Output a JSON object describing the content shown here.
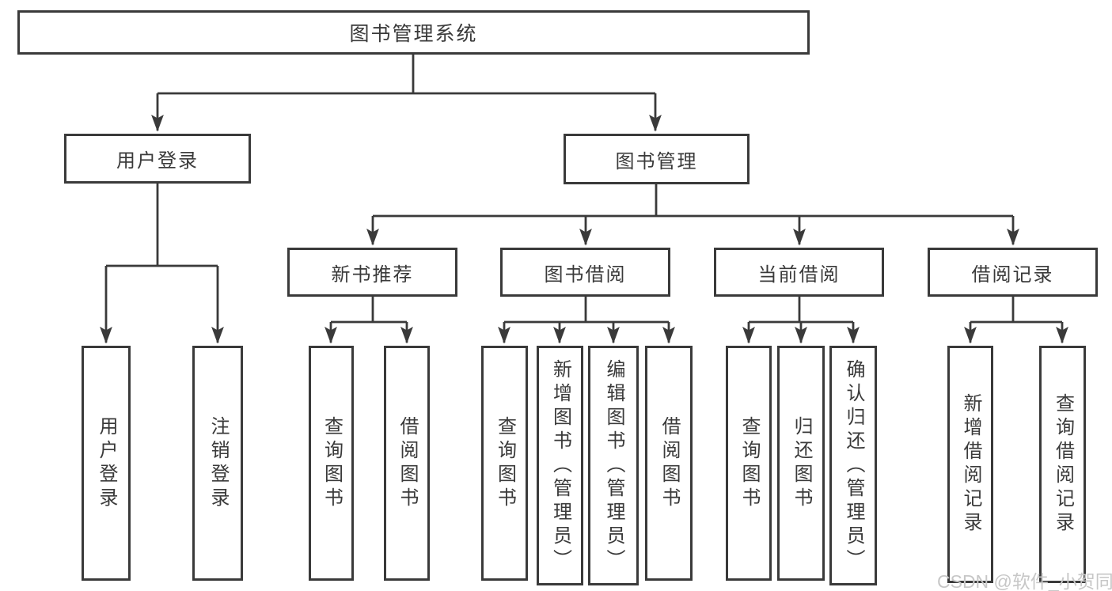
{
  "colors": {
    "line": "#3a3a3a",
    "text": "#3a3a3a",
    "box_background": "#ffffff",
    "watermark": "#c7c7c7"
  },
  "watermark": "CSDN @软件_小贺同学",
  "tree": {
    "label": "图书管理系统",
    "children": [
      {
        "label": "用户登录",
        "children": [
          {
            "label": "用户登录"
          },
          {
            "label": "注销登录"
          }
        ]
      },
      {
        "label": "图书管理",
        "children": [
          {
            "label": "新书推荐",
            "children": [
              {
                "label": "查询图书"
              },
              {
                "label": "借阅图书"
              }
            ]
          },
          {
            "label": "图书借阅",
            "children": [
              {
                "label": "查询图书"
              },
              {
                "label": "新增图书（管理员）"
              },
              {
                "label": "编辑图书（管理员）"
              },
              {
                "label": "借阅图书"
              }
            ]
          },
          {
            "label": "当前借阅",
            "children": [
              {
                "label": "查询图书"
              },
              {
                "label": "归还图书"
              },
              {
                "label": "确认归还（管理员）"
              }
            ]
          },
          {
            "label": "借阅记录",
            "children": [
              {
                "label": "新增借阅记录"
              },
              {
                "label": "查询借阅记录"
              }
            ]
          }
        ]
      }
    ]
  }
}
